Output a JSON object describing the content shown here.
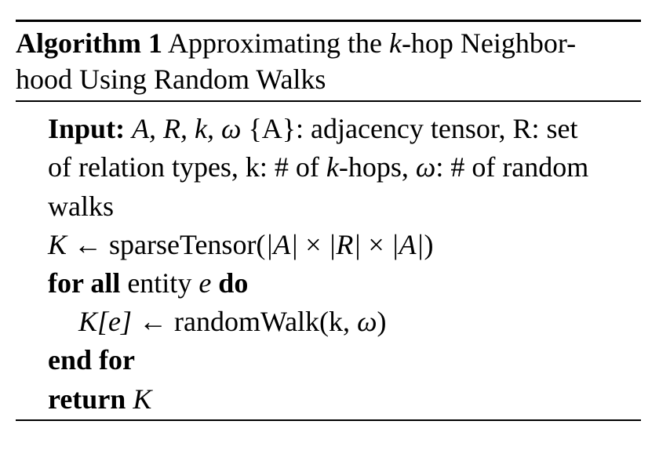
{
  "algorithm": {
    "label": "Algorithm 1",
    "title_part1": "Approximating the ",
    "title_k": "k",
    "title_part2": "-hop Neighbor-",
    "title_line2": "hood Using Random Walks"
  },
  "input": {
    "keyword": "Input:",
    "vars": "A, R, k, ω",
    "brace_open": " {",
    "brace_content": "A",
    "brace_close": "}",
    "desc1": ": adjacency tensor, R: set",
    "line2_a": "of relation types, k: # of ",
    "line2_k": "k",
    "line2_b": "-hops, ",
    "line2_omega": "ω",
    "line2_c": ": # of random",
    "line3": "walks"
  },
  "steps": {
    "assign_var": "K",
    "assign_arrow": " ← ",
    "assign_func": "sparseTensor(",
    "assign_args_1": "|A|",
    "assign_times": " × ",
    "assign_args_2": "|R|",
    "assign_args_3": "|A|",
    "assign_close": ")",
    "for_kw": "for all",
    "for_text": " entity ",
    "for_var": "e",
    "for_do": " do",
    "inner_var": "K",
    "inner_idx": "[e]",
    "inner_arrow": " ← ",
    "inner_call": "randomWalk(k, ",
    "inner_omega": "ω",
    "inner_close": ")",
    "endfor_kw": "end for",
    "return_kw": "return",
    "return_var": " K"
  }
}
